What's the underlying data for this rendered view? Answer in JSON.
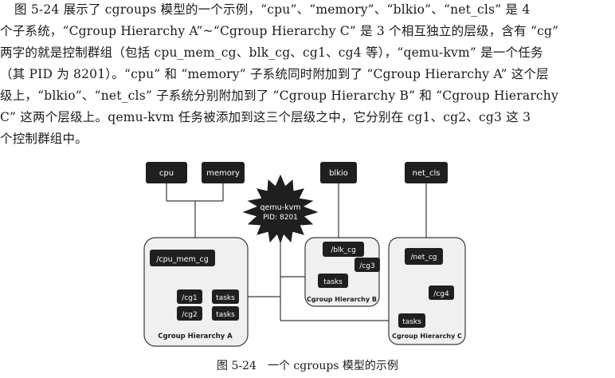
{
  "paragraph": {
    "lines": [
      "图 5-24 展示了 cgroups 模型的一个示例，“cpu”、“memory”、“blkio”、“net_cls” 是 4",
      "个子系统，“Cgroup Hierarchy A”~“Cgroup Hierarchy C” 是 3 个相互独立的层级，含有 “cg”",
      "两字的就是控制群组（包括 cpu_mem_cg、blk_cg、cg1、cg4 等），“qemu-kvm” 是一个任务",
      "（其 PID 为 8201）。“cpu” 和 “memory” 子系统同时附加到了 “Cgroup Hierarchy A” 这个层",
      "级上，“blkio”、“net_cls” 子系统分别附加到了 “Cgroup Hierarchy B” 和 “Cgroup Hierarchy",
      "C” 这两个层级上。qemu-kvm 任务被添加到这三个层级之中，它分别在 cg1、cg2、cg3 这 3",
      "个控制群组中。"
    ]
  },
  "diagram": {
    "subsystems": {
      "cpu": "cpu",
      "memory": "memory",
      "blkio": "blkio",
      "net_cls": "net_cls"
    },
    "task": {
      "name": "qemu-kvm",
      "pid": "PID: 8201"
    },
    "hierarchy_a": {
      "root": "/cpu_mem_cg",
      "cg1": "/cg1",
      "cg2": "/cg2",
      "tasks1": "tasks",
      "tasks2": "tasks",
      "label": "Cgroup Hierarchy A"
    },
    "hierarchy_b": {
      "root": "/blk_cg",
      "cg3": "/cg3",
      "tasks": "tasks",
      "label": "Cgroup Hierarchy B"
    },
    "hierarchy_c": {
      "root": "/net_cg",
      "cg4": "/cg4",
      "tasks": "tasks",
      "label": "Cgroup Hierarchy C"
    },
    "colors": {
      "node_fill": "#1f1f1f",
      "node_text": "#ffffff",
      "panel_fill": "#f0f0f0",
      "line": "#3a3a3a"
    }
  },
  "caption": "图 5-24　一个 cgroups 模型的示例"
}
